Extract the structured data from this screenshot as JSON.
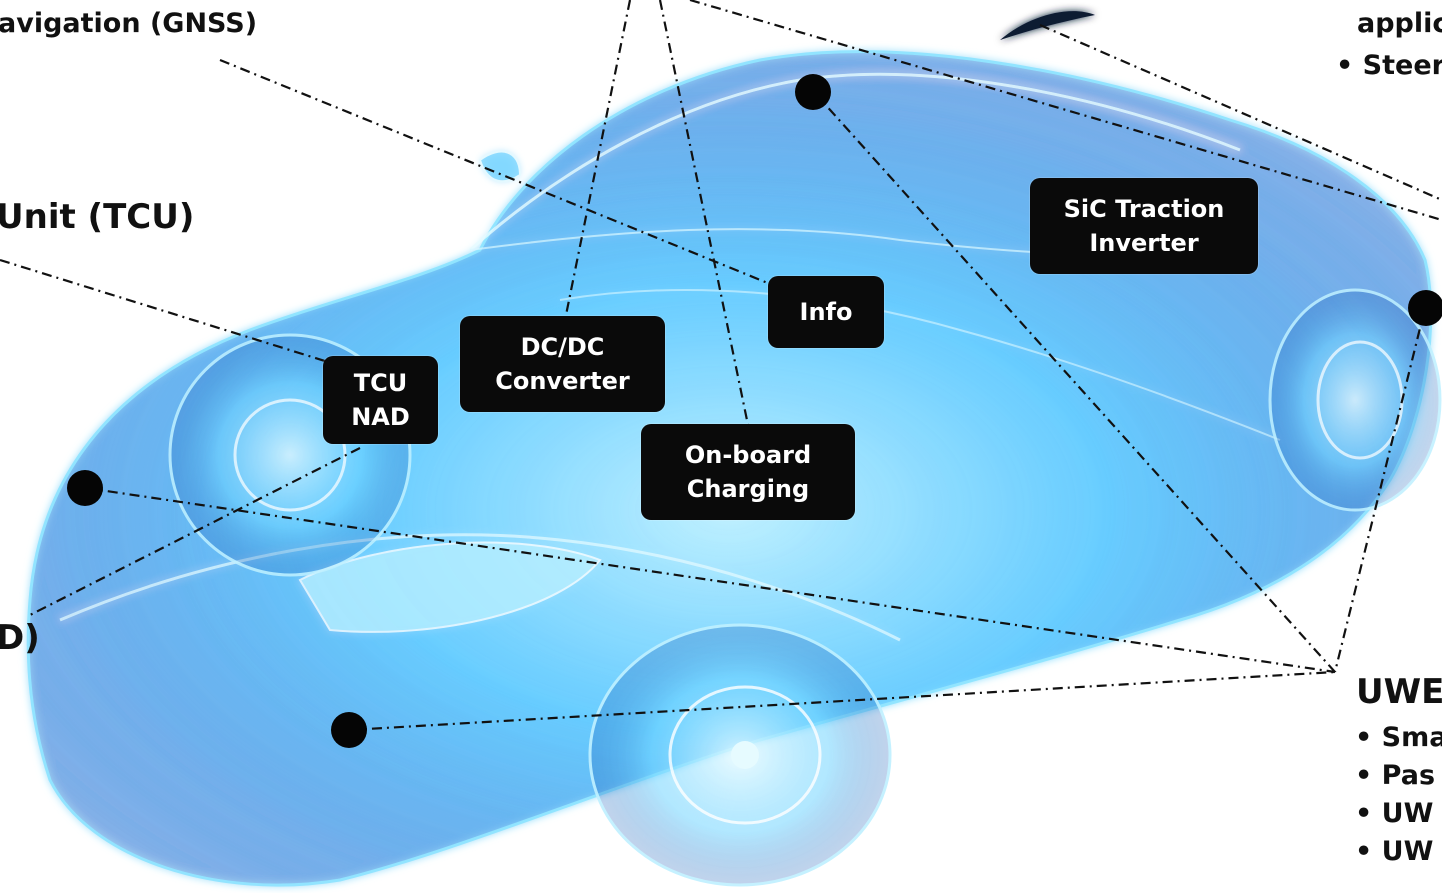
{
  "labels": {
    "gnss": "avigation (GNSS)",
    "tcu_unit": "Unit (TCU)",
    "nad_fragment": "D)",
    "appli": "applic",
    "steer": "• Steer",
    "uwb_title": "UWE",
    "uwb_bullets": [
      "• Sma",
      "• Pas",
      "• UW",
      "• UW"
    ]
  },
  "boxes": {
    "sic": "SiC Traction\nInverter",
    "info": "Info",
    "dcdc": "DC/DC\nConverter",
    "tcu": "TCU\nNAD",
    "obc": "On-board\nCharging"
  },
  "colors": {
    "background": "#ffffff",
    "car_glow": "#7fd8ff",
    "car_body": "#2aa8f0",
    "box_fill": "#0a0a0a",
    "box_text": "#ffffff",
    "leader_line": "#111111"
  }
}
